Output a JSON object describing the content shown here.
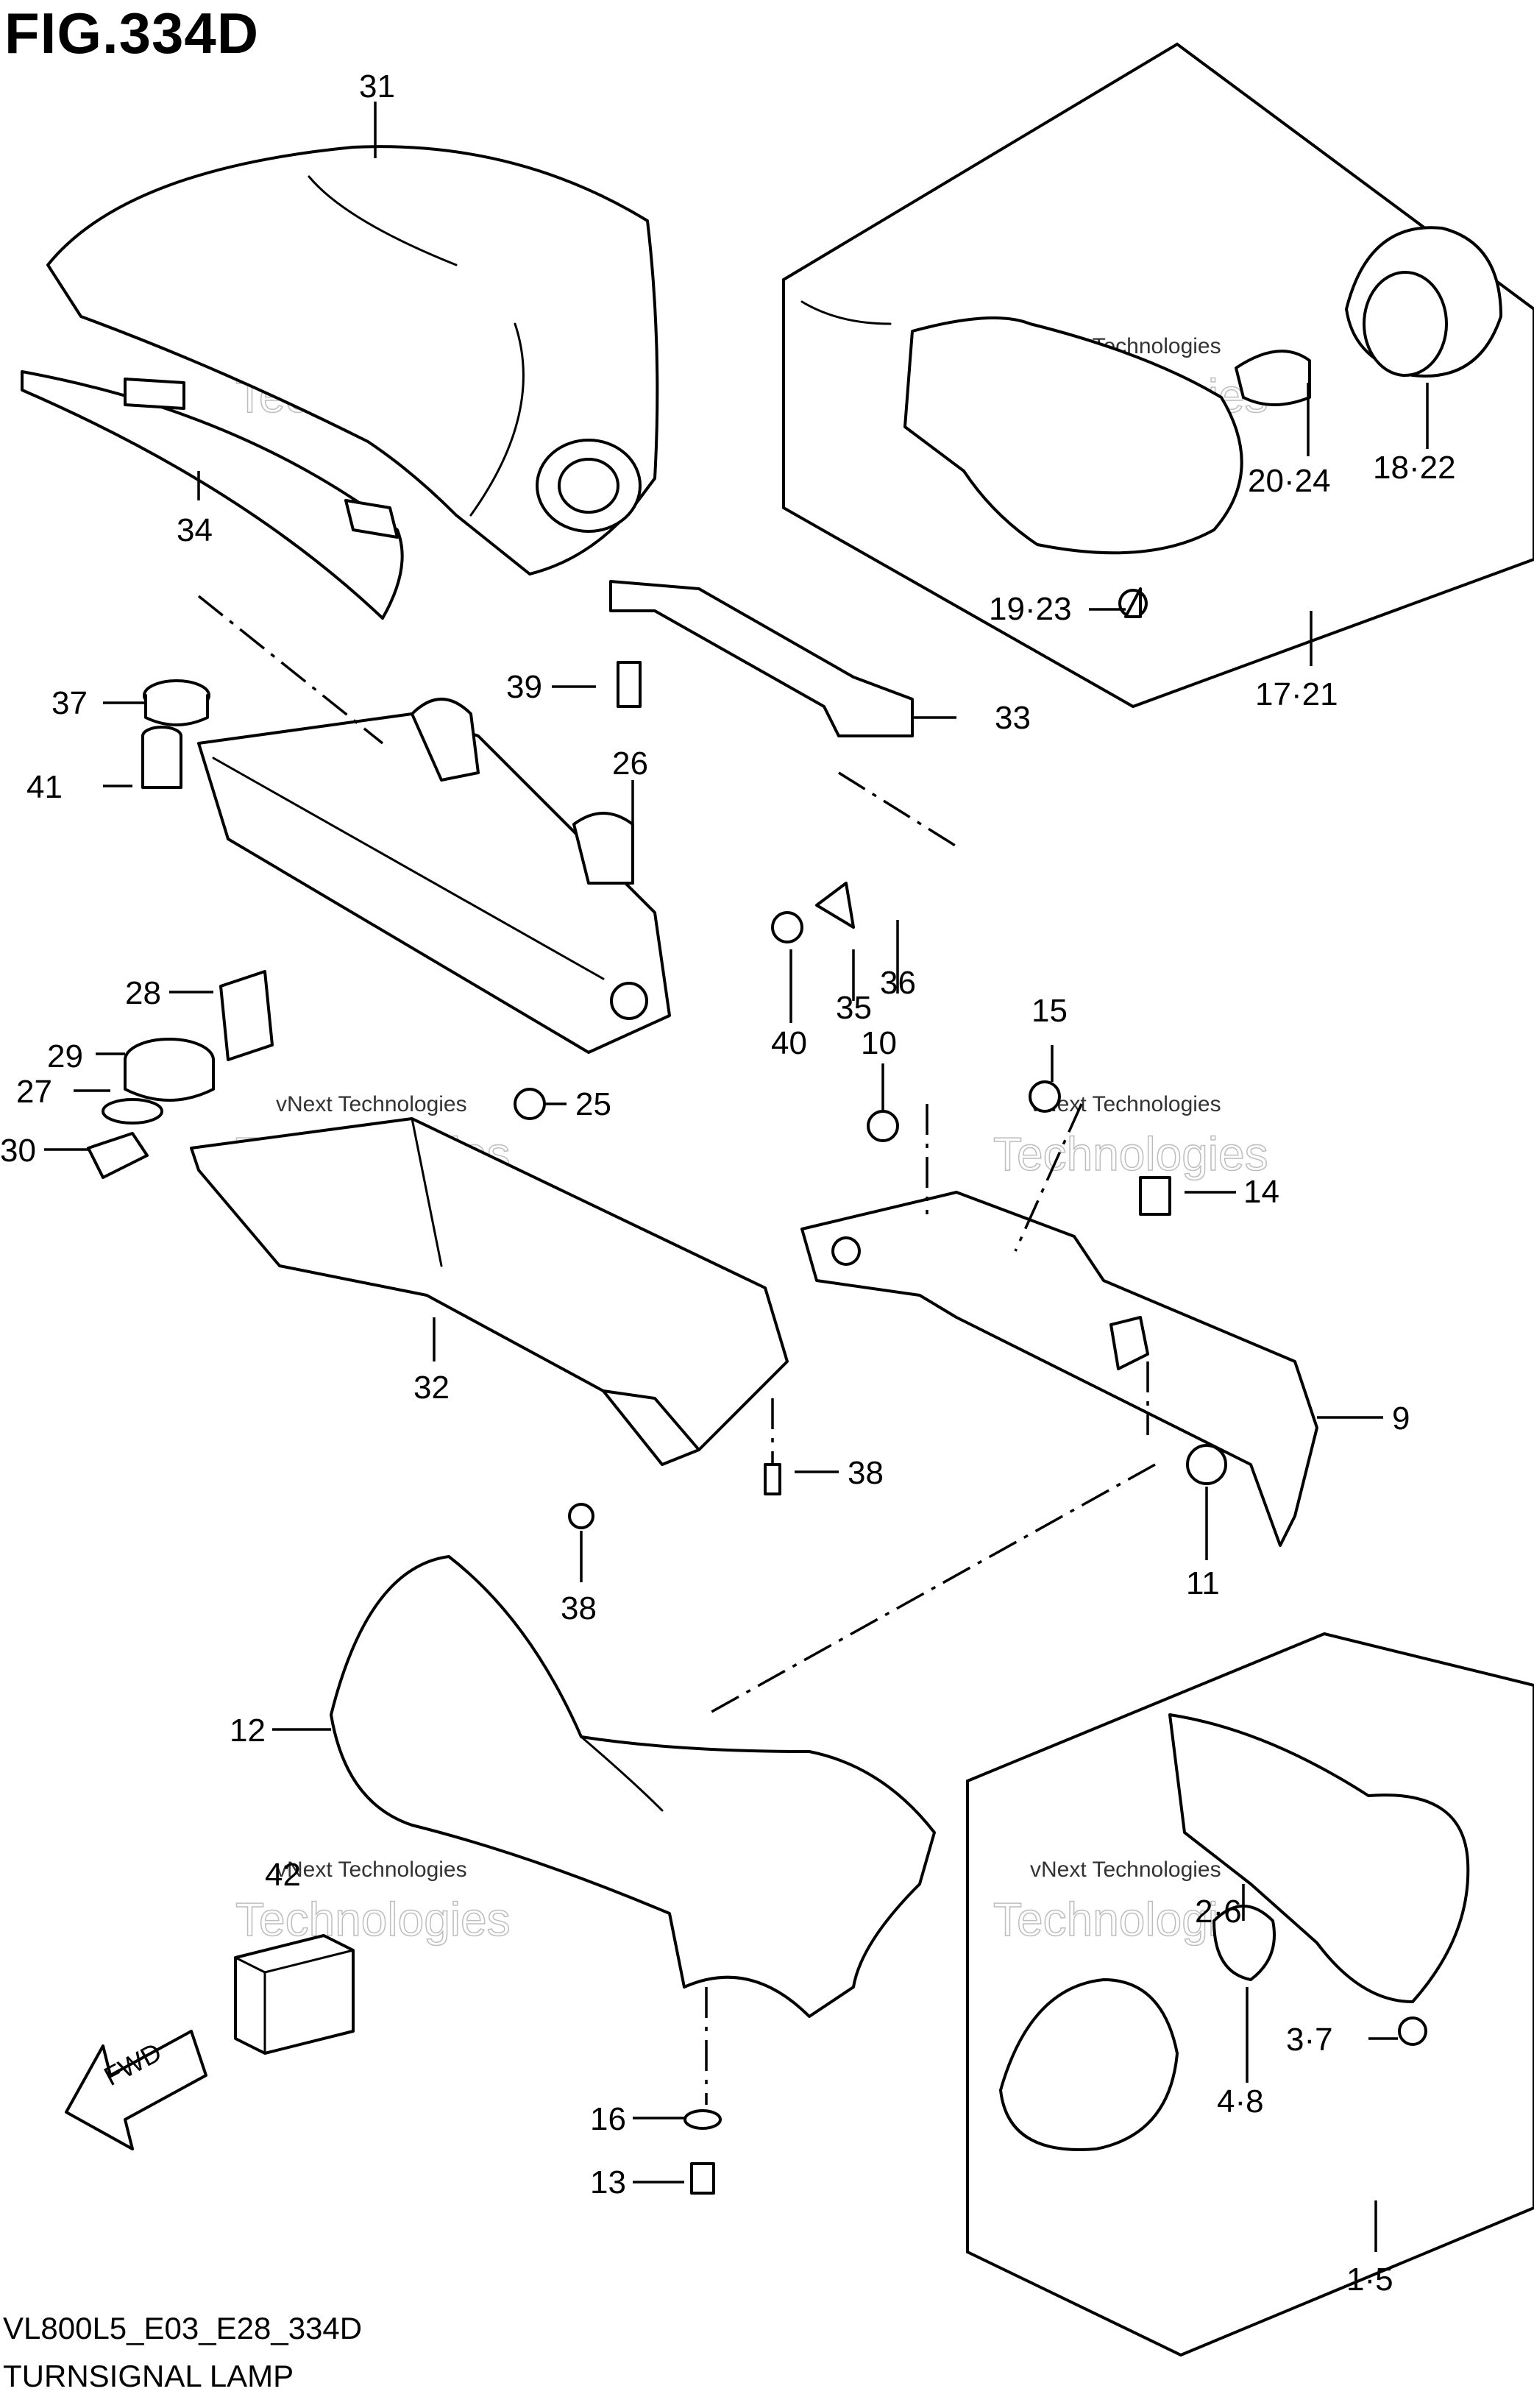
{
  "figure": {
    "title": "FIG.334D",
    "model_code": "VL800L5_E03_E28_334D",
    "caption": "TURNSIGNAL LAMP"
  },
  "watermark": {
    "line1": "vNext Technologies",
    "line2": "Technologies"
  },
  "fwd_label": "FWD",
  "callouts": [
    "31",
    "34",
    "37",
    "41",
    "39",
    "26",
    "33",
    "28",
    "29",
    "27",
    "30",
    "25",
    "32",
    "40",
    "35",
    "36",
    "10",
    "15",
    "14",
    "9",
    "38",
    "38",
    "11",
    "12",
    "42",
    "16",
    "13",
    "20·24",
    "18·22",
    "19·23",
    "17·21",
    "2·6",
    "3·7",
    "4·8",
    "1·5"
  ]
}
